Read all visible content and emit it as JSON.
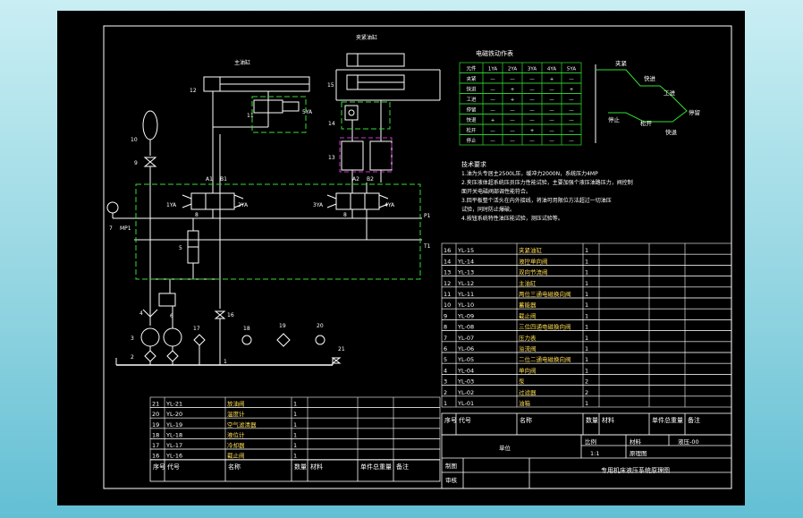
{
  "labels": {
    "main_cyl": "主油缸",
    "clamp_cyl": "夹紧油缸",
    "solenoid_table_title": "电磁铁动作表",
    "tech_title": "技术要求",
    "tech_lines": [
      "1.油为头专居主2500L压，缓冲力2000N，系统压力4MP",
      "2.夹压液体超系统压员压力性能试验，主要加强个液压油路压力，阀控制",
      "  面开关电磁阀部调性能符合。",
      "3.回平板整个活头在内外接线，将油可用限位方法超过一切油压",
      "  试验，同时防止爆破。",
      "4.按钮系统特性油压能试验，测压试验等。"
    ],
    "title_block_name": "专用机床液压系统原理图",
    "title_block_left": "单位",
    "drawing_no": "液压-00",
    "scale": "比例",
    "scale_value": "1:1",
    "material": "材料",
    "sheet": "原理图",
    "drawn": "制图",
    "checked": "审核"
  },
  "cycle": {
    "steps": [
      "夹紧",
      "快进",
      "工进",
      "停留",
      "快退",
      "松开",
      "停止"
    ]
  },
  "solenoid_table": {
    "headers": [
      "元件",
      "1YA",
      "2YA",
      "3YA",
      "4YA",
      "5YA"
    ],
    "rows": [
      [
        "夹紧",
        "—",
        "—",
        "—",
        "+",
        "—"
      ],
      [
        "快进",
        "—",
        "+",
        "—",
        "—",
        "+"
      ],
      [
        "工进",
        "—",
        "+",
        "—",
        "—",
        "—"
      ],
      [
        "停留",
        "—",
        "—",
        "—",
        "—",
        "—"
      ],
      [
        "快退",
        "+",
        "—",
        "—",
        "—",
        "—"
      ],
      [
        "松开",
        "—",
        "—",
        "+",
        "—",
        "—"
      ],
      [
        "停止",
        "—",
        "—",
        "—",
        "—",
        "—"
      ]
    ]
  },
  "bom_right": {
    "rows": [
      [
        "16",
        "YL-15",
        "夹紧油缸",
        "1"
      ],
      [
        "14",
        "YL-14",
        "液控单向阀",
        "1"
      ],
      [
        "13",
        "YL-13",
        "双向节流阀",
        "1"
      ],
      [
        "12",
        "YL-12",
        "主油缸",
        "1"
      ],
      [
        "11",
        "YL-11",
        "两位三通电磁换向阀",
        "1"
      ],
      [
        "10",
        "YL-10",
        "蓄能器",
        "1"
      ],
      [
        "9",
        "YL-09",
        "截止阀",
        "1"
      ],
      [
        "8",
        "YL-08",
        "三位四通电磁换向阀",
        "1"
      ],
      [
        "7",
        "YL-07",
        "压力表",
        "1"
      ],
      [
        "6",
        "YL-06",
        "溢流阀",
        "1"
      ],
      [
        "5",
        "YL-05",
        "二位二通电磁换向阀",
        "1"
      ],
      [
        "4",
        "YL-04",
        "单向阀",
        "1"
      ],
      [
        "3",
        "YL-03",
        "泵",
        "2"
      ],
      [
        "2",
        "YL-02",
        "过滤器",
        "2"
      ],
      [
        "1",
        "YL-01",
        "油箱",
        "1"
      ]
    ]
  },
  "bom_left": {
    "rows": [
      [
        "21",
        "YL-21",
        "放油阀",
        "1"
      ],
      [
        "20",
        "YL-20",
        "温度计",
        "1"
      ],
      [
        "19",
        "YL-19",
        "空气滤清器",
        "1"
      ],
      [
        "18",
        "YL-18",
        "液位计",
        "1"
      ],
      [
        "17",
        "YL-17",
        "冷却器",
        "1"
      ],
      [
        "16",
        "YL-16",
        "截止阀",
        "1"
      ]
    ]
  },
  "bom_header": {
    "c1": "序号",
    "c2": "代号",
    "c3": "名称",
    "c4": "数量",
    "c5": "材料",
    "c6": "单件总重量",
    "c7": "备注"
  },
  "component_numbers": {
    "n1": "1",
    "n2": "2",
    "n3": "3",
    "n4": "4",
    "n5": "5",
    "n6": "6",
    "n7": "7",
    "n8": "8",
    "n9": "9",
    "n10": "10",
    "n11": "11",
    "n12": "12",
    "n13": "13",
    "n14": "14",
    "n15": "15",
    "n16": "16",
    "n17": "17",
    "n18": "18",
    "n19": "19",
    "n20": "20",
    "n21": "21",
    "ya1": "1YA",
    "ya2": "2YA",
    "ya3": "3YA",
    "ya4": "4YA",
    "ya5": "5YA",
    "port_a1": "A1",
    "port_b1": "B1",
    "port_a2": "A2",
    "port_b2": "B2",
    "port_p1": "P1",
    "port_t1": "T1",
    "mp1": "MP1"
  }
}
